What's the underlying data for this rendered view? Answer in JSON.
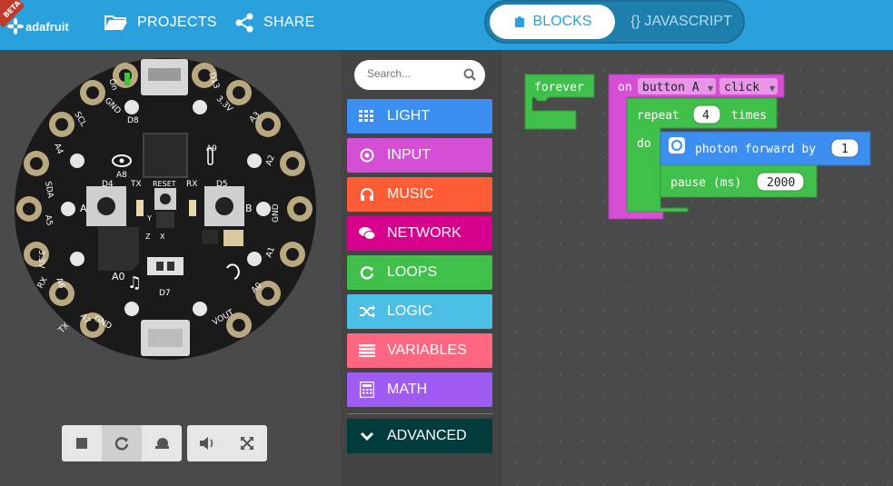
{
  "header": {
    "beta": "BETA",
    "brand": "adafruit",
    "projects": "PROJECTS",
    "share": "SHARE",
    "blocks": "BLOCKS",
    "javascript": "{} JAVASCRIPT"
  },
  "board": {
    "labels": [
      "On",
      "D13",
      "GND",
      "3.3V",
      "D8",
      "SCL",
      "A4",
      "SDA",
      "A5",
      "3.3V",
      "RX",
      "A6",
      "TX",
      "A7",
      "GND",
      "A9",
      "A8",
      "D4",
      "TX",
      "RESET",
      "RX",
      "D5",
      "A3",
      "A2",
      "GND",
      "A1",
      "A0",
      "D7",
      "VOUT",
      "A0",
      "Y",
      "Z",
      "X"
    ],
    "button_a": "A",
    "button_b": "B"
  },
  "toolbox": {
    "search_placeholder": "Search...",
    "categories": [
      {
        "label": "LIGHT",
        "color": "#3c8ff0",
        "icon": "grid-icon"
      },
      {
        "label": "INPUT",
        "color": "#d54fd5",
        "icon": "target-icon"
      },
      {
        "label": "MUSIC",
        "color": "#fe5b37",
        "icon": "headphones-icon"
      },
      {
        "label": "NETWORK",
        "color": "#d6008c",
        "icon": "chat-icon"
      },
      {
        "label": "LOOPS",
        "color": "#40bf4a",
        "icon": "refresh-icon"
      },
      {
        "label": "LOGIC",
        "color": "#4cbfe6",
        "icon": "shuffle-icon"
      },
      {
        "label": "VARIABLES",
        "color": "#ff6680",
        "icon": "list-icon"
      },
      {
        "label": "MATH",
        "color": "#9f5bf2",
        "icon": "calculator-icon"
      },
      {
        "label": "ADVANCED",
        "color": "#003c3c",
        "icon": "chevron-down-icon"
      }
    ]
  },
  "workspace": {
    "forever": "forever",
    "on": "on",
    "button_a": "button A",
    "click": "click",
    "repeat": "repeat",
    "repeat_count": "4",
    "times": "times",
    "do": "do",
    "photon": "photon forward by",
    "photon_value": "1",
    "pause": "pause (ms)",
    "pause_value": "2000"
  },
  "colors": {
    "header": "#2aa1dc",
    "loops": "#40bf4a",
    "input": "#d54fd5",
    "light": "#3c8ff0"
  }
}
